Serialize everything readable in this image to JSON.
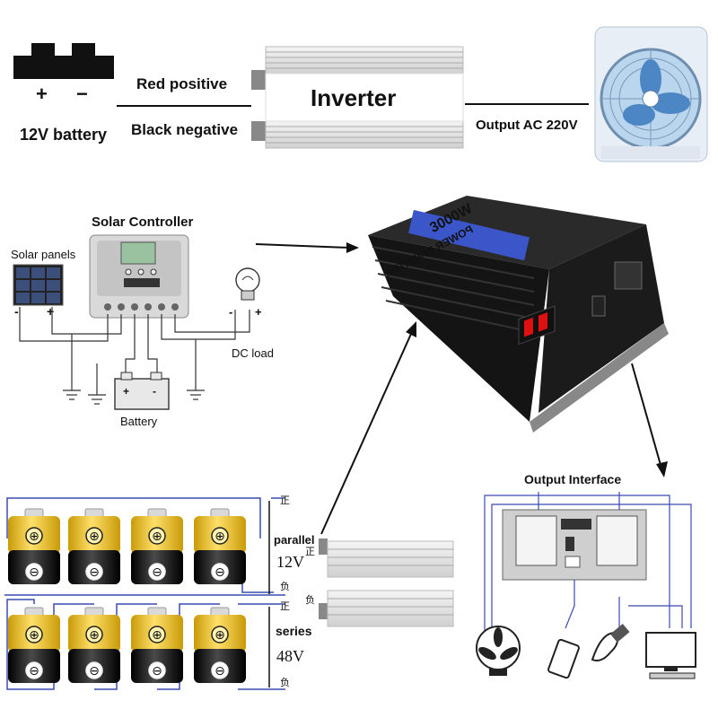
{
  "top": {
    "battery_plus": "+",
    "battery_minus": "−",
    "battery_label": "12V battery",
    "red_label": "Red positive",
    "black_label": "Black negative",
    "inverter_label": "Inverter",
    "output_label": "Output AC 220V"
  },
  "solar": {
    "controller_label": "Solar Controller",
    "panels_label": "Solar panels",
    "panel_minus": "-",
    "panel_plus": "+",
    "dc_load_label": "DC load",
    "load_minus": "-",
    "load_plus": "+",
    "battery_label": "Battery"
  },
  "device": {
    "brand_text": "POWER INVERTER",
    "model_text": "3000W"
  },
  "output_interface": {
    "label": "Output Interface"
  },
  "bottom": {
    "parallel_label": "parallel",
    "parallel_voltage": "12V",
    "series_label": "series",
    "series_voltage": "48V",
    "pos_char": "正",
    "neg_char": "负",
    "cell_plus": "⊕",
    "cell_minus": "⊖"
  },
  "colors": {
    "wire_blue": "#3a4bb0",
    "cell_gold": "#f2c51a",
    "cell_black": "#1c1c1c",
    "inverter_body": "#1b1b1b",
    "label_blue": "#3b56c8",
    "led_red": "#e01010"
  }
}
